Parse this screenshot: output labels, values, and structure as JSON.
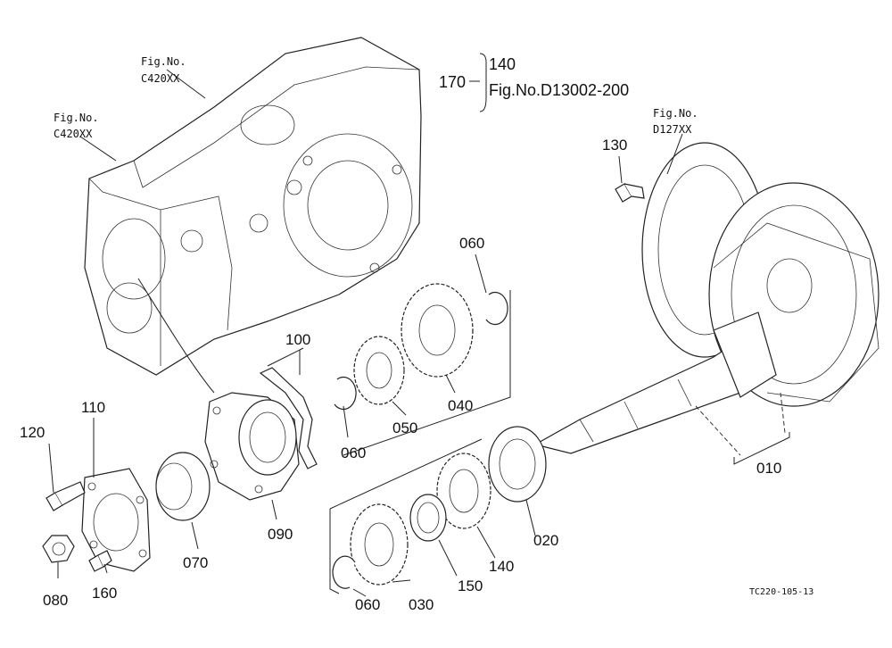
{
  "refs": {
    "fig_no_label": "Fig.No.",
    "housing_upper": "C420XX",
    "housing_left": "C420XX",
    "gear_flange": "D127XX",
    "group_number": "170",
    "group_item": "140",
    "group_fig": "Fig.No.D13002-200"
  },
  "parts": {
    "p010": "010",
    "p020": "020",
    "p030": "030",
    "p040": "040",
    "p050": "050",
    "p060a": "060",
    "p060b": "060",
    "p060c": "060",
    "p070": "070",
    "p080": "080",
    "p090": "090",
    "p100": "100",
    "p110": "110",
    "p120": "120",
    "p130": "130",
    "p140": "140",
    "p150": "150",
    "p160": "160"
  },
  "diagram_code": "TC220-105-13"
}
